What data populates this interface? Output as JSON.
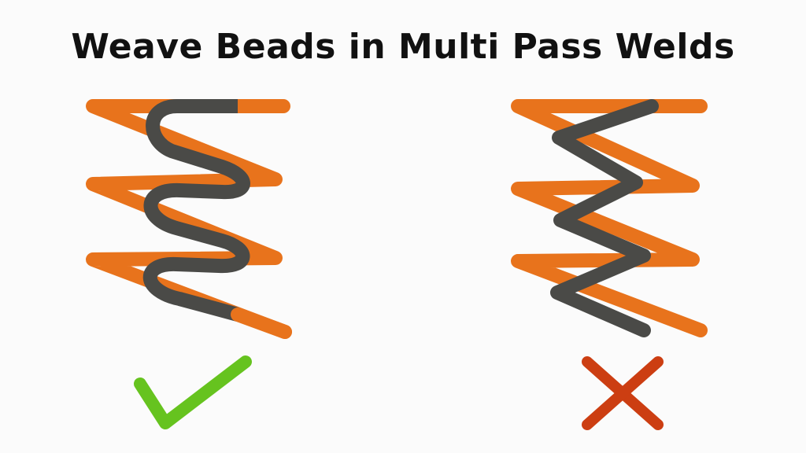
{
  "title": "Weave Beads in Multi Pass Welds",
  "colors": {
    "background": "#fbfbfb",
    "base_weave": "#e8731c",
    "overlay_weave": "#4a4a47",
    "correct_mark": "#66c31f",
    "incorrect_mark": "#cc3e12",
    "title_text": "#111111"
  },
  "panels": [
    {
      "id": "left",
      "verdict": "correct",
      "icon": "check-icon"
    },
    {
      "id": "right",
      "verdict": "incorrect",
      "icon": "cross-icon"
    }
  ]
}
